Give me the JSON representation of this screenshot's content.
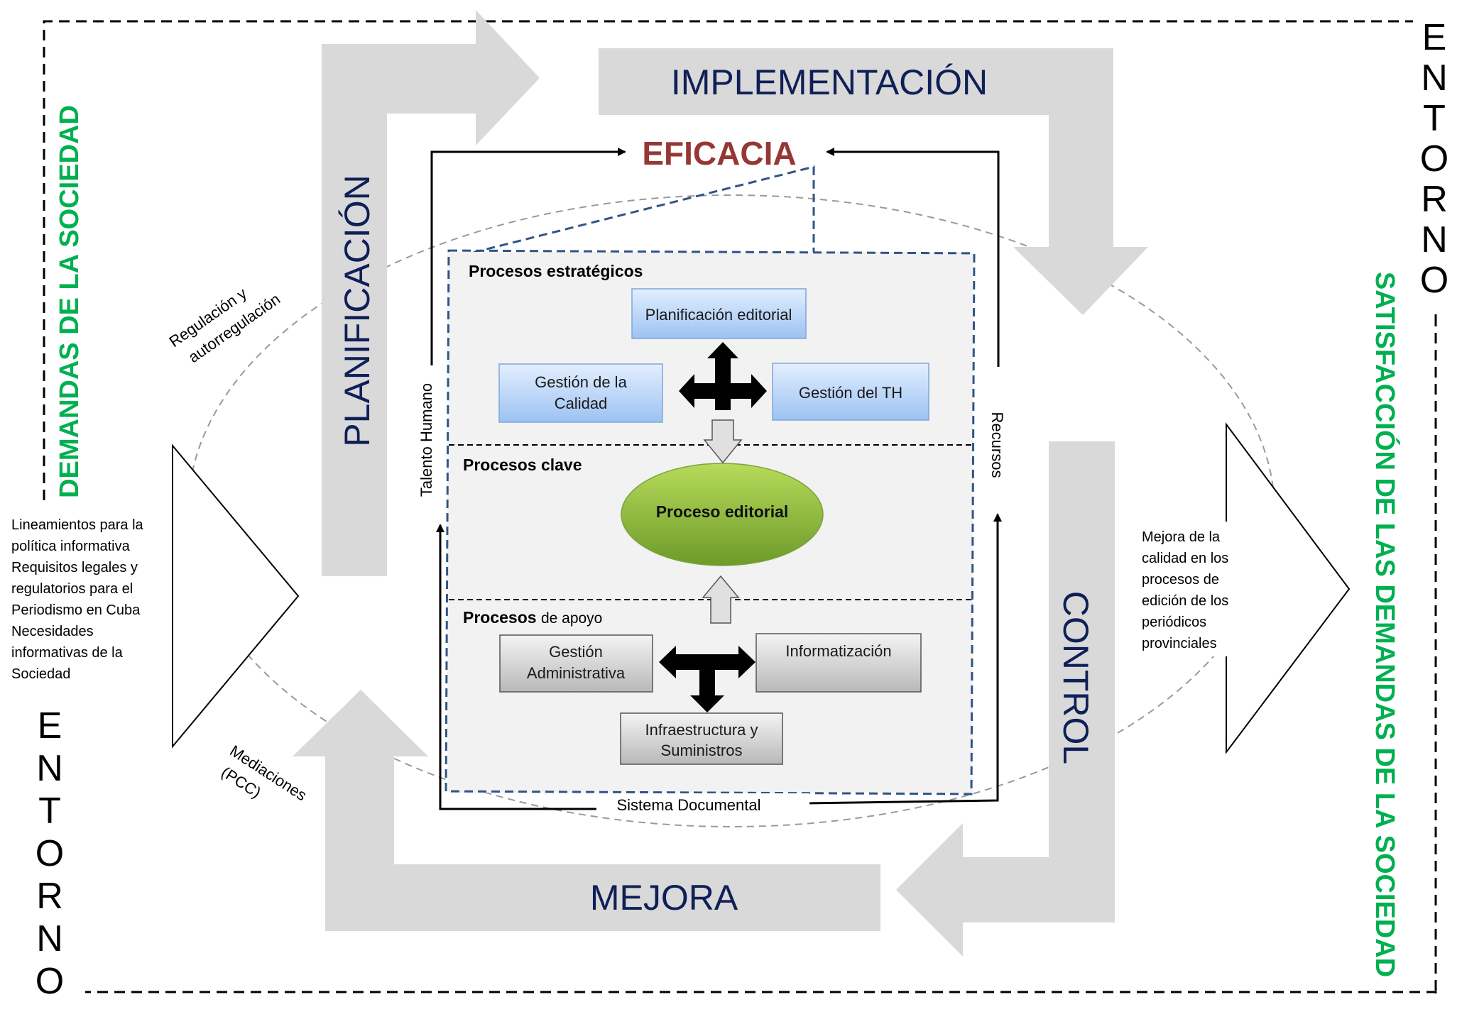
{
  "stages": {
    "planificacion": "PLANIFICACIÓN",
    "implementacion": "IMPLEMENTACIÓN",
    "control": "CONTROL",
    "mejora": "MEJORA"
  },
  "eficacia": "EFICACIA",
  "entorno_letters": [
    "E",
    "N",
    "T",
    "O",
    "R",
    "N",
    "O"
  ],
  "side_titles": {
    "left": "DEMANDAS DE LA SOCIEDAD",
    "right": "SATISFACCIÓN DE LAS DEMANDAS DE LA SOCIEDAD"
  },
  "inputs_lines": [
    "Lineamientos  para la",
    "política informativa",
    "Requisitos legales y",
    "regulatorios  para el",
    "Periodismo  en Cuba",
    "Necesidades",
    "informativas  de la",
    "Sociedad"
  ],
  "outputs_lines": [
    "Mejora de la",
    "calidad  en los",
    "procesos  de",
    "edición  de los",
    "periódicos",
    "provinciales"
  ],
  "ellipse_labels": {
    "regulacion": [
      "Regulación y",
      "autorregulación"
    ],
    "mediaciones": [
      "Mediaciones",
      "(PCC)"
    ],
    "talento": "Talento Humano",
    "recursos": "Recursos",
    "sistema": "Sistema Documental"
  },
  "sections": {
    "estrategicos": {
      "title": "Procesos estratégicos",
      "planificacion": "Planificación  editorial",
      "calidad": [
        "Gestión de la",
        "Calidad"
      ],
      "th": "Gestión del TH"
    },
    "clave": {
      "title": "Procesos clave",
      "editorial": "Proceso editorial"
    },
    "apoyo": {
      "title_bold": "Procesos ",
      "title_regular": "de apoyo",
      "administrativa": [
        "Gestión",
        "Administrativa"
      ],
      "informatizacion": "Informatización",
      "infraestructura": [
        "Infraestructura y",
        "Suministros"
      ]
    }
  },
  "colors": {
    "stage_arrow": "#d9d9d9",
    "stage_text": "#0f1f57",
    "eficacia": "#953735",
    "side_titles": "#00b050",
    "inner_border": "#2f5585",
    "blue_box": "#bcd6f7",
    "gray_box": "#d6d6d6",
    "editorial": "#8fbe3b"
  }
}
